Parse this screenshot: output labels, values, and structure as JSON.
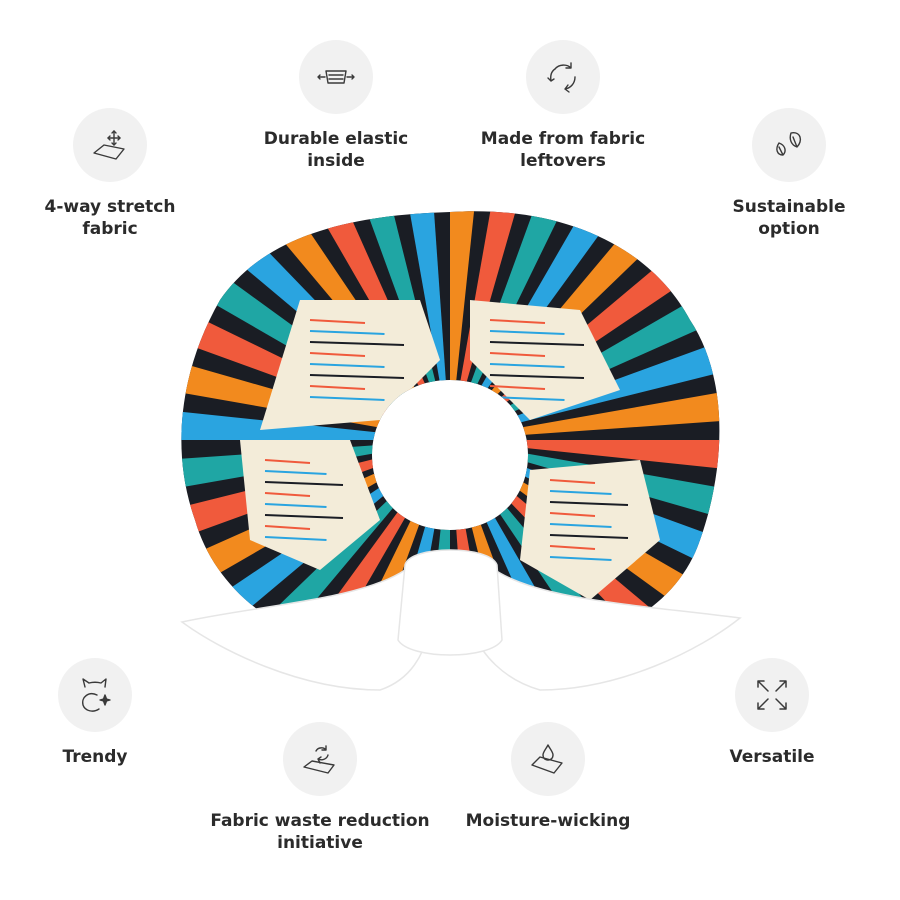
{
  "features": [
    {
      "id": "stretch",
      "icon": "stretch-fabric-icon",
      "lines": [
        "4-way stretch",
        "fabric"
      ]
    },
    {
      "id": "elastic",
      "icon": "elastic-icon",
      "lines": [
        "Durable elastic",
        "inside"
      ]
    },
    {
      "id": "leftovers",
      "icon": "recycle-icon",
      "lines": [
        "Made from fabric",
        "leftovers"
      ]
    },
    {
      "id": "sustainable",
      "icon": "leaves-icon",
      "lines": [
        "Sustainable",
        "option"
      ]
    },
    {
      "id": "trendy",
      "icon": "cat-sparkle-icon",
      "lines": [
        "Trendy"
      ]
    },
    {
      "id": "waste",
      "icon": "fabric-recycle-icon",
      "lines": [
        "Fabric waste reduction",
        "initiative"
      ]
    },
    {
      "id": "moisture",
      "icon": "droplet-fabric-icon",
      "lines": [
        "Moisture-wicking"
      ]
    },
    {
      "id": "versatile",
      "icon": "expand-arrows-icon",
      "lines": [
        "Versatile"
      ]
    }
  ],
  "colors": {
    "icon_stroke": "#3a3a3a",
    "circle_bg": "#f1f1f1",
    "label": "#2b2b2b",
    "pattern": [
      "#f05a3c",
      "#1fa6a4",
      "#2aa4e0",
      "#f28a1e",
      "#1a1d24",
      "#f3ecd9"
    ]
  }
}
